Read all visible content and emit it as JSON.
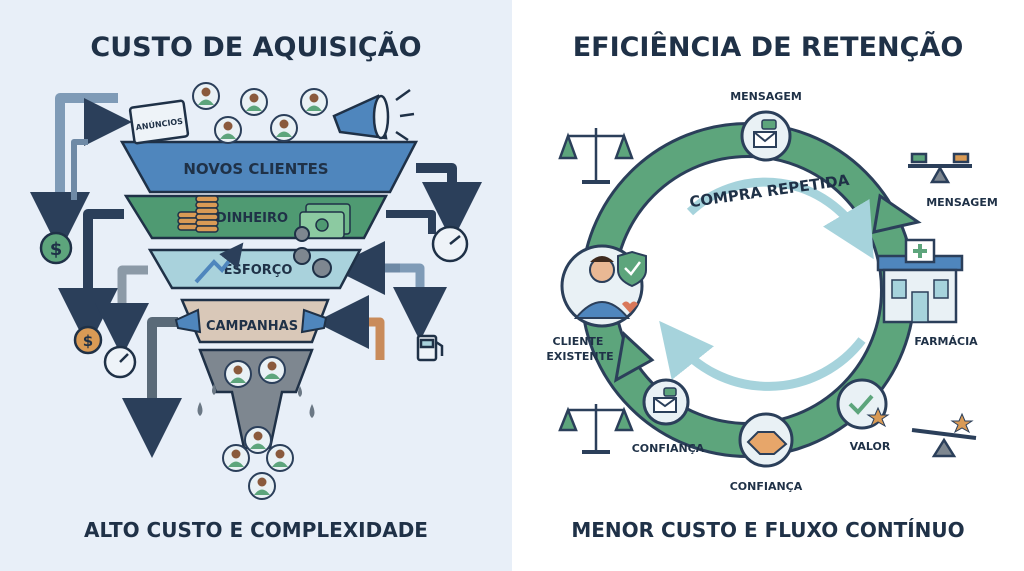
{
  "left": {
    "title": "CUSTO DE AQUISIÇÃO",
    "subtitle": "ALTO CUSTO E COMPLEXIDADE",
    "ad_sign": "ANÚNCIOS",
    "funnel_levels": [
      "NOVOS CLIENTES",
      "DINHEIRO",
      "ESFORÇO",
      "CAMPANHAS"
    ]
  },
  "right": {
    "title": "EFICIÊNCIA DE RETENÇÃO",
    "subtitle": "MENOR CUSTO E FLUXO CONTÍNUO",
    "inner_label": "COMPRA REPETIDA",
    "labels": {
      "top_message": "MENSAGEM",
      "right_message": "MENSAGEM",
      "pharmacy": "FARMÁCIA",
      "value": "VALOR",
      "trust_bottom": "CONFIANÇA",
      "trust_left": "CONFIANÇA",
      "customer_line1": "CLIENTE",
      "customer_line2": "EXISTENTE"
    }
  },
  "colors": {
    "left_bg": "#e8eff8",
    "navy": "#1f3147",
    "funnel_blue": "#4f86bd",
    "funnel_green": "#4f9a72",
    "funnel_light": "#a9d2dc",
    "funnel_tan": "#d9c8b8",
    "ring_green": "#5da57c",
    "light_teal": "#a6d3dc",
    "coin": "#d99a55"
  }
}
